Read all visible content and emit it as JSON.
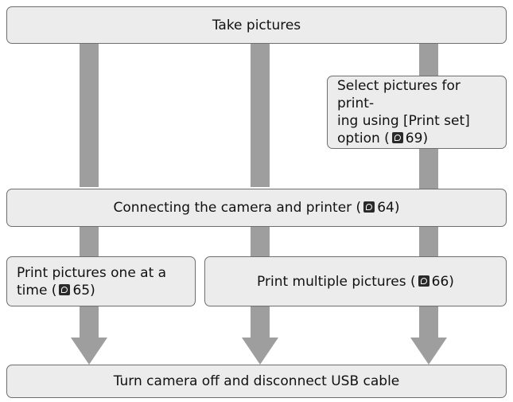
{
  "colors": {
    "box_fill": "#ececec",
    "box_border": "#6e6e6e",
    "arrow": "#9e9e9e",
    "ref_icon": "#2a2a2a"
  },
  "boxes": {
    "take": "Take pictures",
    "select": {
      "line1": "Select pictures for print-",
      "line2": "ing using [Print set]",
      "line3_pre": "option (",
      "line3_num": "69",
      "line3_post": ")"
    },
    "connect": {
      "pre": "Connecting the camera and printer (",
      "num": "64",
      "post": ")"
    },
    "one": {
      "line1": "Print pictures one at a",
      "line2_pre": "time (",
      "line2_num": "65",
      "line2_post": ")"
    },
    "multiple": {
      "pre": "Print multiple pictures (",
      "num": "66",
      "post": ")"
    },
    "off": "Turn camera off and disconnect USB cable"
  },
  "icons": {
    "page_reference": "page-reference-icon"
  }
}
